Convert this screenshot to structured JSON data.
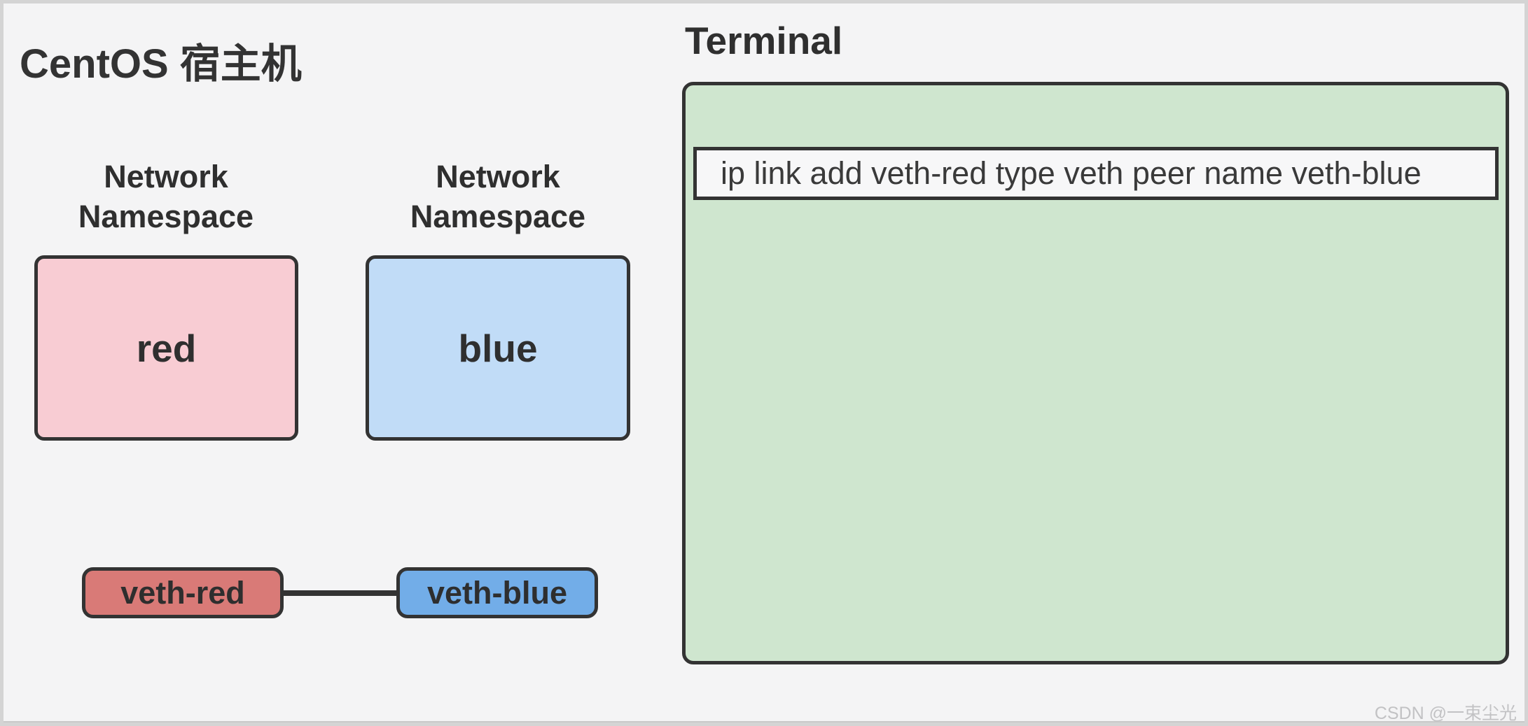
{
  "page": {
    "background_color": "#f4f4f5",
    "border_color": "#d4d4d4",
    "stroke_color": "#333333"
  },
  "host": {
    "title": "CentOS 宿主机",
    "namespaces": [
      {
        "label": "Network\nNamespace",
        "name": "red",
        "fill": "#f8ccd3"
      },
      {
        "label": "Network\nNamespace",
        "name": "blue",
        "fill": "#c1dcf7"
      }
    ],
    "veth_pair": [
      {
        "name": "veth-red",
        "fill": "#d97a77"
      },
      {
        "name": "veth-blue",
        "fill": "#72ade8"
      }
    ]
  },
  "terminal": {
    "heading": "Terminal",
    "panel_fill": "#cfe6cf",
    "command": "ip link add veth-red type veth peer name veth-blue"
  },
  "watermark": "CSDN @一束尘光"
}
